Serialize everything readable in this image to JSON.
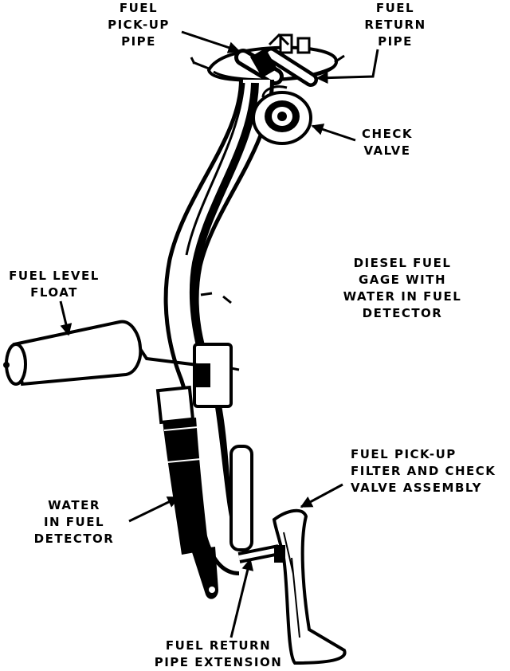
{
  "diagram": {
    "labels": {
      "fuel_pickup_pipe": [
        "FUEL",
        "PICK-UP",
        "PIPE"
      ],
      "fuel_return_pipe": [
        "FUEL",
        "RETURN",
        "PIPE"
      ],
      "check_valve": [
        "CHECK",
        "VALVE"
      ],
      "diesel_gage": [
        "DIESEL FUEL",
        "GAGE WITH",
        "WATER IN FUEL",
        "DETECTOR"
      ],
      "fuel_level_float": [
        "FUEL LEVEL",
        "FLOAT"
      ],
      "pickup_filter": [
        "FUEL PICK-UP",
        "FILTER AND CHECK",
        "VALVE ASSEMBLY"
      ],
      "water_detector": [
        "WATER",
        "IN FUEL",
        "DETECTOR"
      ],
      "return_extension": [
        "FUEL RETURN",
        "PIPE EXTENSION"
      ]
    }
  }
}
